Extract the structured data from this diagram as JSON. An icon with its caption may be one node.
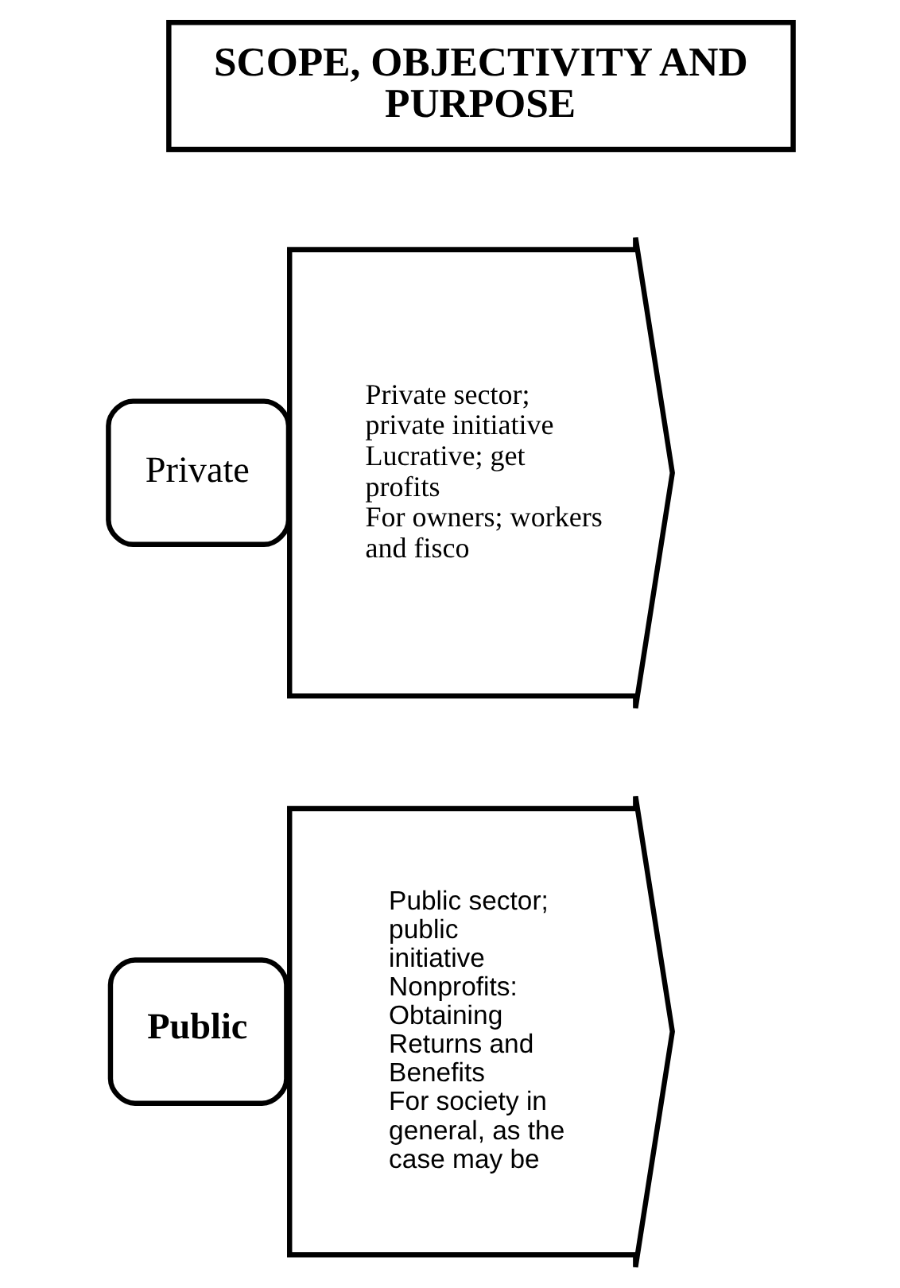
{
  "diagram": {
    "nodes": [
      {
        "text": [
          "SCOPE, OBJECTIVITY AND PURPOSE"
        ]
      },
      {
        "text": [
          "Private"
        ]
      },
      {
        "text": [
          "Private sector; private initiative",
          "Lucrative; get profits",
          "For owners; workers and fisco"
        ]
      },
      {
        "text": [
          "Public"
        ]
      },
      {
        "text": [
          "Public sector; public initiative",
          "Nonprofits: Obtaining Returns and Benefits",
          "For society in general, as the case may be"
        ]
      }
    ]
  }
}
